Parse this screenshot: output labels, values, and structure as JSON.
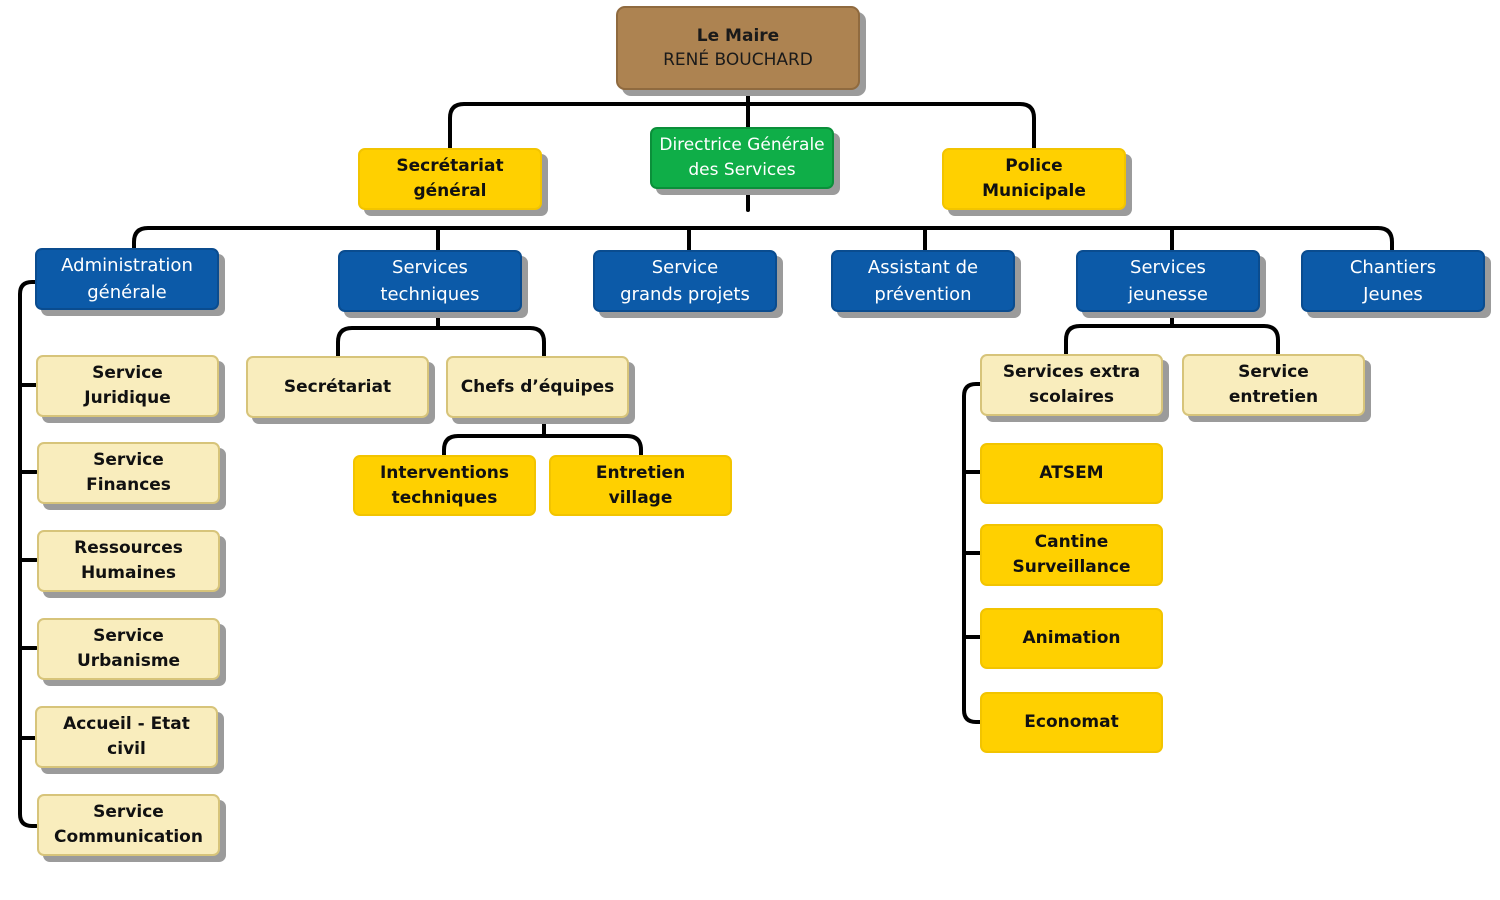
{
  "mayor": {
    "title": "Le Maire",
    "name": "RENÉ BOUCHARD"
  },
  "level1": {
    "secretariat": "Secrétariat\ngénéral",
    "dgs": "Directrice Générale\ndes Services",
    "police": "Police\nMunicipale"
  },
  "departments": {
    "admin": "Administration\ngénérale",
    "tech": "Services\ntechniques",
    "projets": "Service\ngrands projets",
    "prevention": "Assistant de\nprévention",
    "jeunesse": "Services\njeunesse",
    "chantiers": "Chantiers\nJeunes"
  },
  "admin_units": [
    "Service\nJuridique",
    "Service\nFinances",
    "Ressources\nHumaines",
    "Service\nUrbanisme",
    "Accueil - Etat civil",
    "Service\nCommunication"
  ],
  "tech_units": {
    "secretariat": "Secrétariat",
    "chefs": "Chefs d’équipes",
    "interventions": "Interventions\ntechniques",
    "entretien_village": "Entretien\nvillage"
  },
  "jeunesse_units": {
    "extra": "Services extra\nscolaires",
    "entretien": "Service\nentretien",
    "atsem": "ATSEM",
    "cantine": "Cantine\nSurveillance",
    "animation": "Animation",
    "economat": "Economat"
  },
  "colors": {
    "mayor": "#ad8351",
    "dgs": "#0fae48",
    "yellow": "#ffd000",
    "blue": "#0c5aa8",
    "cream": "#f9edbd",
    "connector": "#000000"
  }
}
